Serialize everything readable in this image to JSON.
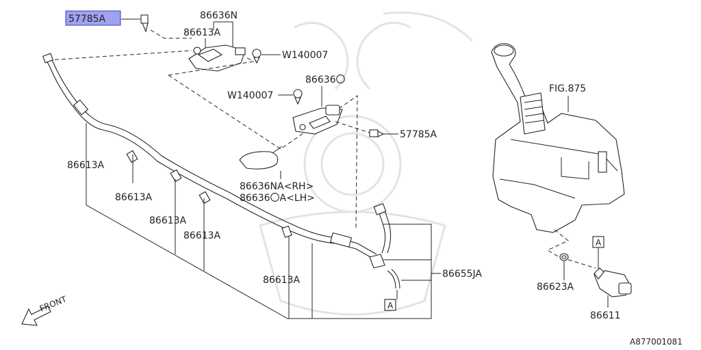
{
  "diagram": {
    "part_labels": {
      "p57785a_top": "57785A",
      "p86636n": "86636N",
      "p86613a_top": "86613A",
      "w140007_top": "W140007",
      "p86636o": "86636〇",
      "w140007_mid": "W140007",
      "p57785a_mid": "57785A",
      "fig875": "FIG.875",
      "p86613a_left1": "86613A",
      "p86613a_left2": "86613A",
      "p86613a_left3": "86613A",
      "p86613a_left4": "86613A",
      "p86613a_bottom": "86613A",
      "p86636na": "86636NA<RH>",
      "p86636oa": "86636〇A<LH>",
      "p86655ja": "86655JA",
      "p86623a": "86623A",
      "p86611": "86611",
      "ref_a_right": "A",
      "ref_a_bottom": "A",
      "front": "FRONT",
      "diagram_id": "A877001081"
    },
    "highlight_color": "#9fa2ee"
  }
}
